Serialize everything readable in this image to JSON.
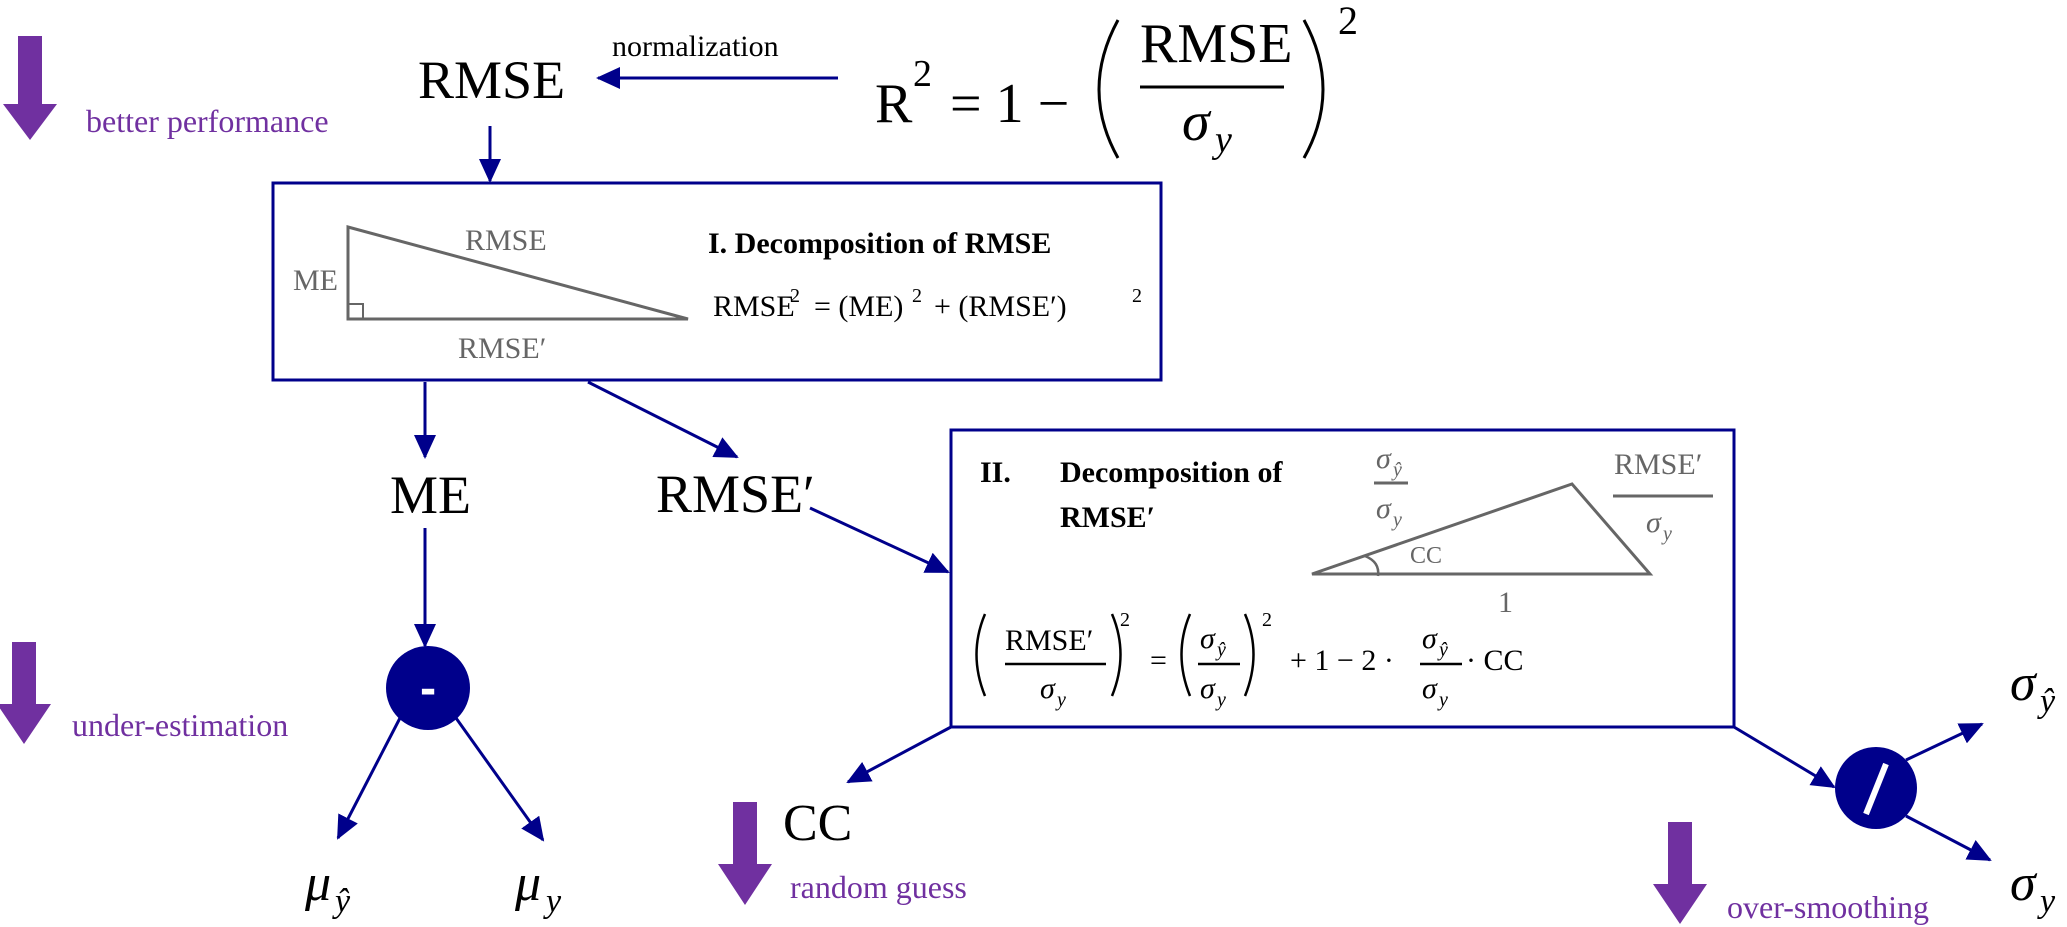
{
  "colors": {
    "arrow": "#00008b",
    "box_border": "#00008b",
    "indicator": "#7030a0",
    "triangle": "#666666",
    "text": "#000000",
    "operator_fill": "#00008b"
  },
  "top": {
    "rmse_label": "RMSE",
    "normalization_label": "normalization",
    "r2_formula": {
      "lhs": "R",
      "lhs_sup": "2",
      "eq": "= 1 −",
      "numerator": "RMSE",
      "denominator": "σ",
      "denominator_sub": "y",
      "outer_sup": "2"
    },
    "indicator": {
      "icon": "down-arrow-icon",
      "label": "better performance"
    }
  },
  "box1": {
    "title": "I.  Decomposition of RMSE",
    "equation": {
      "a": "RMSE",
      "a_sup": "2",
      "b": "= (ME)",
      "b_sup": "2",
      "c": "+ (RMSE′)",
      "c_sup": "2"
    },
    "triangle": {
      "hypotenuse_label": "RMSE",
      "vertical_label": "ME",
      "base_label": "RMSE′",
      "right_angle": true
    }
  },
  "branches": {
    "me_label": "ME",
    "rmse_prime_label": "RMSE′",
    "minus_operator": "-",
    "mu_hat": {
      "base": "μ",
      "sub": "ŷ"
    },
    "mu": {
      "base": "μ",
      "sub": "y"
    },
    "under_indicator": {
      "icon": "down-arrow-icon",
      "label": "under-estimation"
    }
  },
  "box2": {
    "title_line1": "II.",
    "title_line2": "Decomposition of",
    "title_line3": "RMSE′",
    "triangle": {
      "left_side_num": "σ",
      "left_side_num_sub": "ŷ",
      "left_side_den": "σ",
      "left_side_den_sub": "y",
      "right_side_num": "RMSE′",
      "right_side_den": "σ",
      "right_side_den_sub": "y",
      "angle_label": "CC",
      "base_label": "1"
    },
    "equation": {
      "lhs_num": "RMSE′",
      "lhs_den": "σ",
      "lhs_den_sub": "y",
      "lhs_sup": "2",
      "eq": "=",
      "r1_num": "σ",
      "r1_num_sub": "ŷ",
      "r1_den": "σ",
      "r1_den_sub": "y",
      "r1_sup": "2",
      "mid": "+ 1 − 2 ·",
      "r2_num": "σ",
      "r2_num_sub": "ŷ",
      "r2_den": "σ",
      "r2_den_sub": "y",
      "tail": "· CC"
    }
  },
  "outputs": {
    "cc_label": "CC",
    "cc_indicator": {
      "icon": "down-arrow-icon",
      "label": "random guess"
    },
    "divide_operator": "/",
    "sigma_hat": {
      "base": "σ",
      "sub": "ŷ"
    },
    "sigma": {
      "base": "σ",
      "sub": "y"
    },
    "smooth_indicator": {
      "icon": "down-arrow-icon",
      "label": "over-smoothing"
    }
  }
}
